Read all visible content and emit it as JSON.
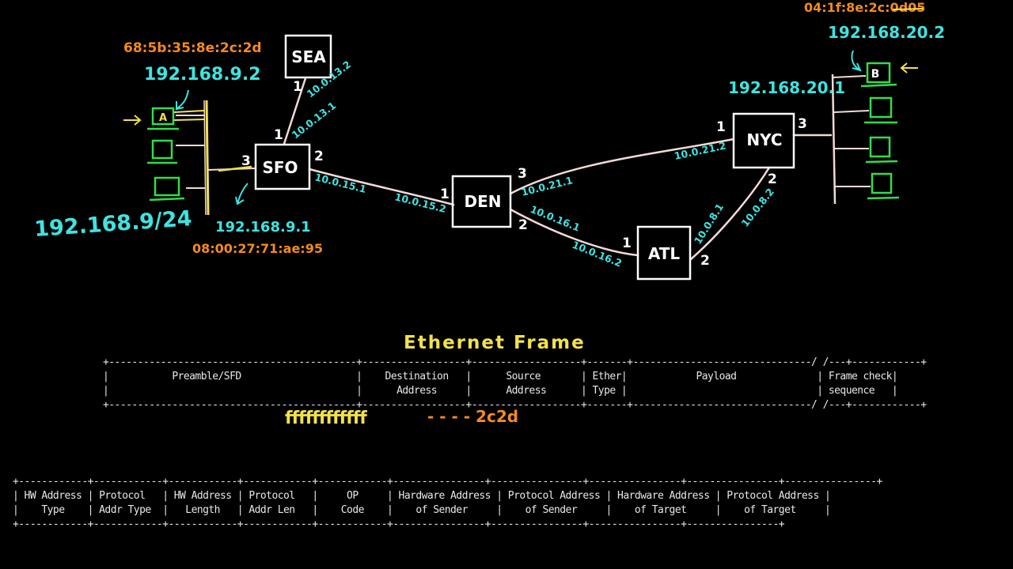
{
  "colors": {
    "background": "#000000",
    "link": "#f3d9d6",
    "cyan": "#3fe3e0",
    "orange": "#f58b1e",
    "yellow": "#f2e24a",
    "green": "#32dd4a",
    "white": "#ffffff",
    "table_text": "#e8e8e8"
  },
  "routers": {
    "sea": "SEA",
    "sfo": "SFO",
    "den": "DEN",
    "atl": "ATL",
    "nyc": "NYC"
  },
  "ports": {
    "sea_1": "1",
    "sfo_1": "1",
    "sfo_2": "2",
    "sfo_3": "3",
    "den_1": "1",
    "den_2": "2",
    "den_3": "3",
    "atl_1": "1",
    "atl_2": "2",
    "nyc_1": "1",
    "nyc_2": "2",
    "nyc_3": "3"
  },
  "link_ips": {
    "sea_sfo_a": "10.0.13.2",
    "sea_sfo_b": "10.0.13.1",
    "sfo_den_a": "10.0.15.1",
    "sfo_den_b": "10.0.15.2",
    "den_nyc_a": "10.0.21.1",
    "den_nyc_b": "10.0.21.2",
    "den_atl_a": "10.0.16.1",
    "den_atl_b": "10.0.16.2",
    "atl_nyc_a": "10.0.8.1",
    "atl_nyc_b": "10.0.8.2"
  },
  "left_lan": {
    "host_a_mac": "68:5b:35:8e:2c:2d",
    "host_a_ip": "192.168.9.2",
    "host_a_label": "A",
    "subnet": "192.168.9/24",
    "gateway_ip": "192.168.9.1",
    "gateway_mac": "08:00:27:71:ae:95"
  },
  "right_lan": {
    "host_b_mac": "04:1f:8e:2c:0d05",
    "host_b_ip": "192.168.20.2",
    "host_b_label": "B",
    "gateway_ip": "192.168.20.1"
  },
  "ethernet": {
    "title": "Ethernet Frame",
    "table": "+-------------------------------------------+------------------+-------------------+-------+-------------------------------/ /---+------------+\n|           Preamble/SFD                    |    Destination   |      Source       | Ether|            Payload              | Frame check|\n|                                           |      Address     |      Address      | Type |                                 | sequence   |\n+-------------------------------------------+------------------+-------------------+-------+-------------------------------/ /---+------------+",
    "dest_note": "ffffffffffff",
    "src_note": "- - - - 2c2d"
  },
  "arp": {
    "table": "+------------+------------+------------+------------+------------+----------------+----------------+----------------+----------------+----------------+\n| HW Address | Protocol   | HW Address | Protocol   |     OP     | Hardware Address | Protocol Address | Hardware Address | Protocol Address |\n|    Type    | Addr Type  |   Length   | Addr Len   |    Code    |    of Sender     |    of Sender     |    of Target     |    of Target     |\n+------------+------------+------------+------------+------------+----------------+----------------+----------------+----------------+"
  }
}
